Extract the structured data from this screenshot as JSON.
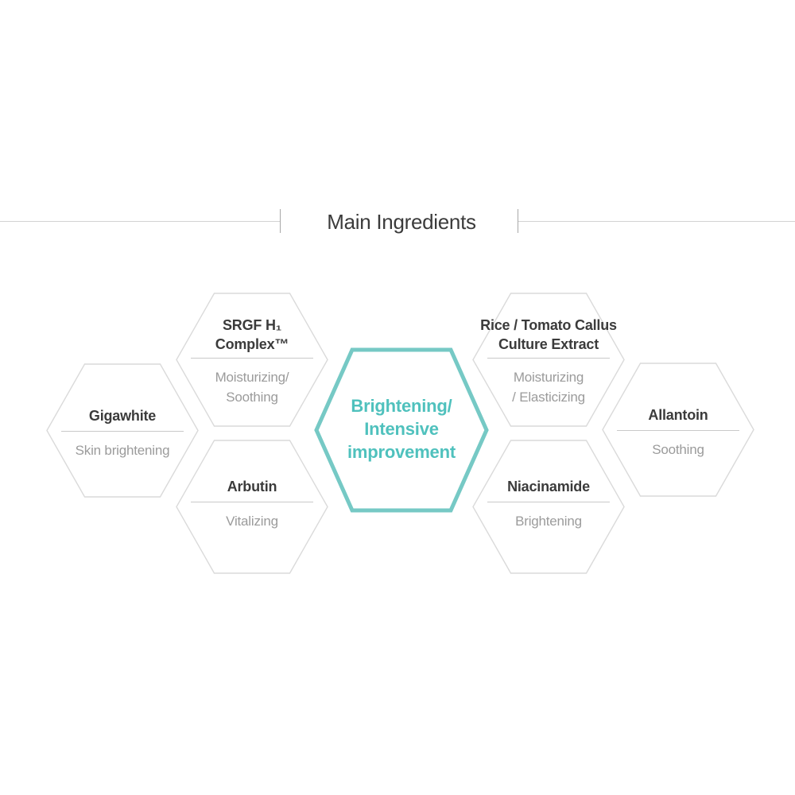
{
  "header": {
    "title": "Main Ingredients"
  },
  "colors": {
    "accent": "#76c9c5",
    "accent_text": "#4fc1bd",
    "hexagon_border": "#dadada",
    "title_text": "#3b3b3b",
    "subtitle_text": "#9b9b9b",
    "divider": "#c9c9c9",
    "rule_line": "#d2d2d2"
  },
  "center_hexagon": {
    "lines": [
      "Brightening/",
      "Intensive",
      "improvement"
    ]
  },
  "hexagons": [
    {
      "id": "gigawhite",
      "title_lines": [
        "Gigawhite"
      ],
      "subtitle_lines": [
        "Skin brightening"
      ]
    },
    {
      "id": "srgf-h1-complex",
      "title_lines": [
        "SRGF H₁",
        "Complex™"
      ],
      "subtitle_lines": [
        "Moisturizing/",
        "Soothing"
      ]
    },
    {
      "id": "arbutin",
      "title_lines": [
        "Arbutin"
      ],
      "subtitle_lines": [
        "Vitalizing"
      ]
    },
    {
      "id": "rice-tomato",
      "title_lines": [
        "Rice / Tomato Callus",
        "Culture Extract"
      ],
      "subtitle_lines": [
        "Moisturizing",
        "/ Elasticizing"
      ]
    },
    {
      "id": "niacinamide",
      "title_lines": [
        "Niacinamide"
      ],
      "subtitle_lines": [
        "Brightening"
      ]
    },
    {
      "id": "allantoin",
      "title_lines": [
        "Allantoin"
      ],
      "subtitle_lines": [
        "Soothing"
      ]
    }
  ]
}
